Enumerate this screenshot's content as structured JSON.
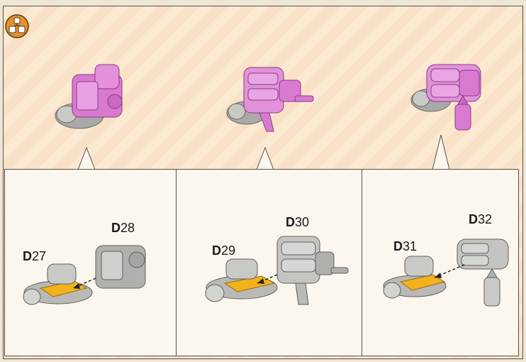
{
  "step_icon": "assembly-step-icon",
  "previews": [
    {
      "icon": "pink-engine-assembly-1"
    },
    {
      "icon": "pink-engine-assembly-2"
    },
    {
      "icon": "pink-engine-assembly-3"
    }
  ],
  "panels": [
    {
      "parts": [
        {
          "letter": "D",
          "number": "27"
        },
        {
          "letter": "D",
          "number": "28"
        }
      ]
    },
    {
      "parts": [
        {
          "letter": "D",
          "number": "29"
        },
        {
          "letter": "D",
          "number": "30"
        }
      ]
    },
    {
      "parts": [
        {
          "letter": "D",
          "number": "31"
        },
        {
          "letter": "D",
          "number": "32"
        }
      ]
    }
  ],
  "colors": {
    "highlight": "#d97ad1",
    "part_gray": "#b9b9b6",
    "glue_area": "#f2b21c",
    "badge": "#e9912c"
  }
}
